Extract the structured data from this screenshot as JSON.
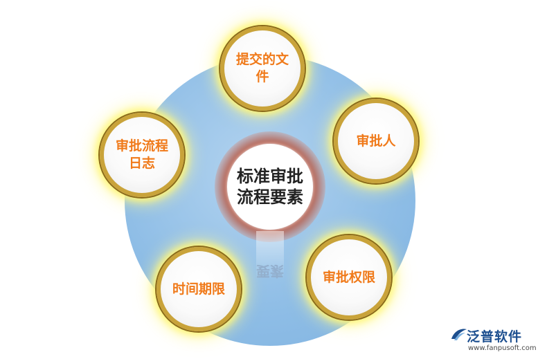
{
  "center": {
    "title": "标准审批流程要素",
    "reflection": "要素"
  },
  "nodes": [
    {
      "label": "提交的文件"
    },
    {
      "label": "审批人"
    },
    {
      "label": "审批权限"
    },
    {
      "label": "时间期限"
    },
    {
      "label": "审批流程日志"
    }
  ],
  "logo": {
    "name_cn": "泛普软件",
    "url": "www.fanpusoft.com"
  },
  "colors": {
    "ring": "#8ebde6",
    "node_text": "#f07a1a",
    "node_border": "#c9a33a",
    "glow": "#fff678",
    "center_halo": "#b9503a",
    "logo_blue": "#1d4f8f"
  }
}
